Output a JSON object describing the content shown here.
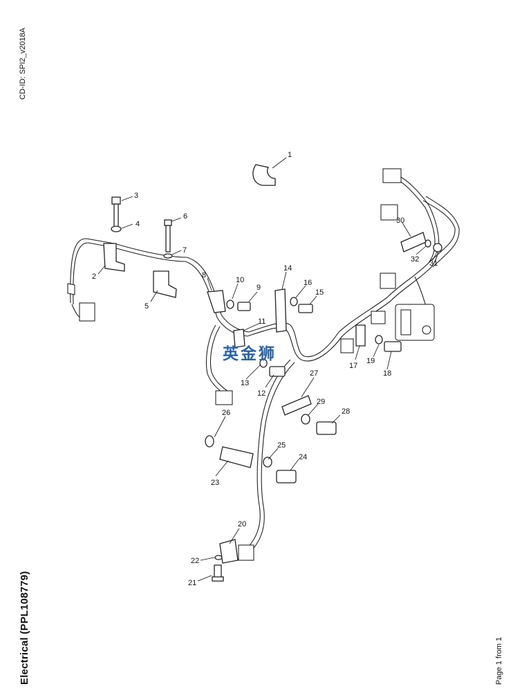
{
  "header": {
    "cd_id": "CD-ID: SPI2_v2018A"
  },
  "title": "Electrical (PPL108779)",
  "footer": {
    "page_label": "Page 1 from 1"
  },
  "watermark": "英金狮",
  "callouts": [
    "1",
    "2",
    "3",
    "4",
    "5",
    "6",
    "7",
    "8",
    "9",
    "10",
    "11",
    "12",
    "13",
    "14",
    "15",
    "16",
    "17",
    "18",
    "19",
    "20",
    "21",
    "22",
    "23",
    "24",
    "25",
    "26",
    "27",
    "28",
    "29",
    "30",
    "31",
    "32"
  ]
}
